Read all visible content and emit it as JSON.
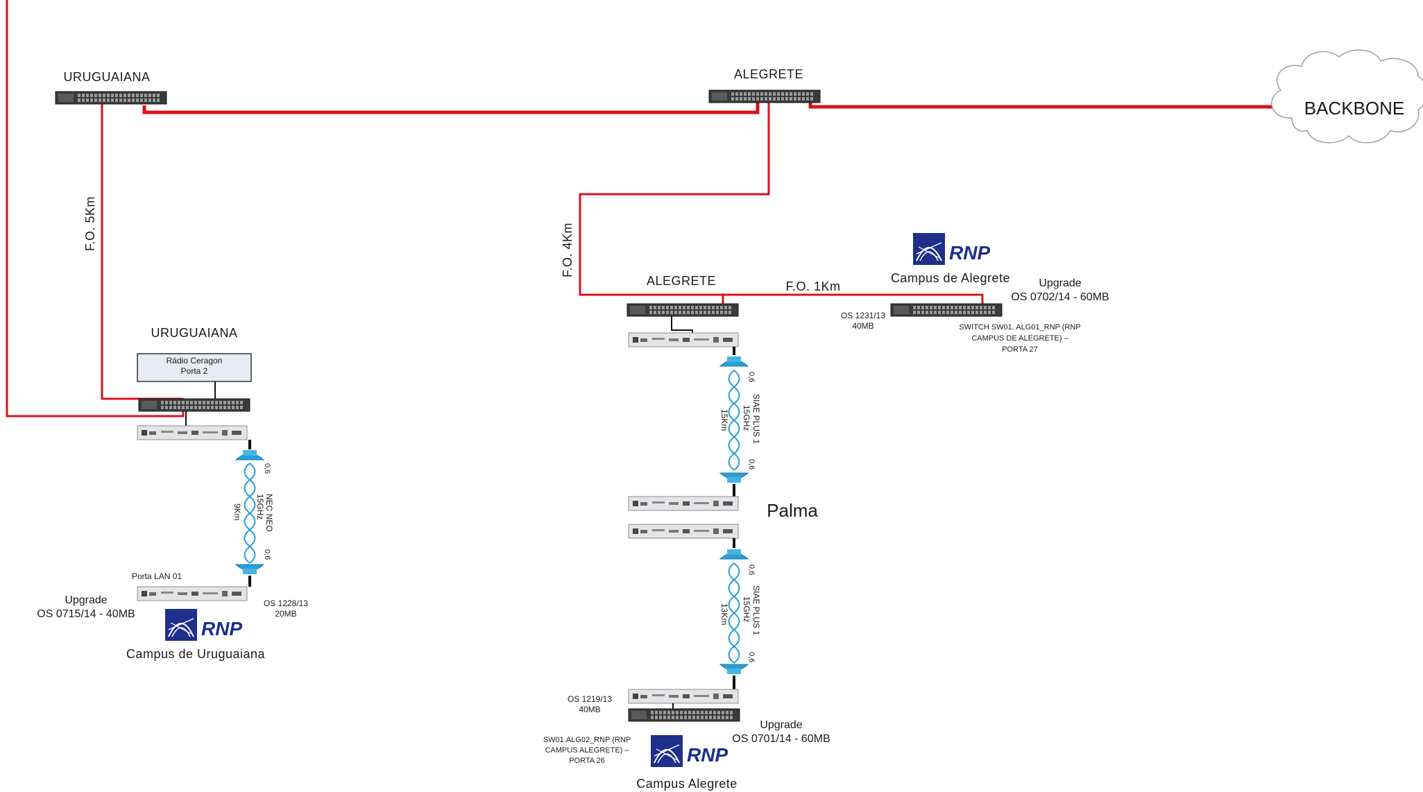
{
  "colors": {
    "link": "#d9121f",
    "switch_body": "#3a3a3a",
    "radio_body": "#e2e4e6",
    "antenna": "#2a9fd6",
    "rnp_blue": "#1e2f8c",
    "thin_line": "#111111"
  },
  "sites": {
    "uruguaiana_top": "URUGUAIANA",
    "alegrete_top": "ALEGRETE",
    "uruguaiana_lower": "URUGUAIANA",
    "alegrete_lower": "ALEGRETE",
    "backbone": "BACKBONE",
    "palma": "Palma"
  },
  "links": {
    "fo_5km": "F.O. 5Km",
    "fo_4km": "F.O. 4Km",
    "fo_1km": "F.O. 1Km"
  },
  "radio_box": {
    "line1": "Rádio Ceragon",
    "line2": "Porta 2"
  },
  "radio_links": {
    "uruguaiana": {
      "line1": "NEC NEO",
      "line2": "15GHz",
      "line3": "9Km",
      "dish_top": "0,6",
      "dish_bottom": "0,6"
    },
    "palma_top": {
      "line1": "SIAE PLUS 1",
      "line2": "15GHz",
      "line3": "15Km",
      "dish_top": "0,6",
      "dish_bottom": "0,6"
    },
    "palma_bottom": {
      "line1": "SIAE PLUS 1",
      "line2": "15GHz",
      "line3": "13Km",
      "dish_top": "0,6",
      "dish_bottom": "0,6"
    }
  },
  "campus_uruguaiana": {
    "port_label": "Porta LAN 01",
    "upgrade_title": "Upgrade",
    "upgrade_os": "OS 0715/14 - 40MB",
    "os_line1": "OS 1228/13",
    "os_line2": "20MB",
    "rnp": "RNP",
    "name": "Campus de Uruguaiana"
  },
  "campus_alegrete_top": {
    "rnp": "RNP",
    "name": "Campus de Alegrete",
    "upgrade_title": "Upgrade",
    "upgrade_os": "OS 0702/14 - 60MB",
    "os_line1": "OS 1231/13",
    "os_line2": "40MB",
    "switch_line1": "SWITCH SW01. ALG01_RNP (RNP",
    "switch_line2": "CAMPUS DE ALEGRETE) –",
    "switch_line3": "PORTA 27"
  },
  "campus_alegrete_bottom": {
    "os_line1": "OS 1219/13",
    "os_line2": "40MB",
    "upgrade_title": "Upgrade",
    "upgrade_os": "OS 0701/14 - 60MB",
    "switch_line1": "SW01.ALG02_RNP (RNP",
    "switch_line2": "CAMPUS ALEGRETE) –",
    "switch_line3": "PORTA 26",
    "rnp": "RNP",
    "name": "Campus Alegrete"
  }
}
